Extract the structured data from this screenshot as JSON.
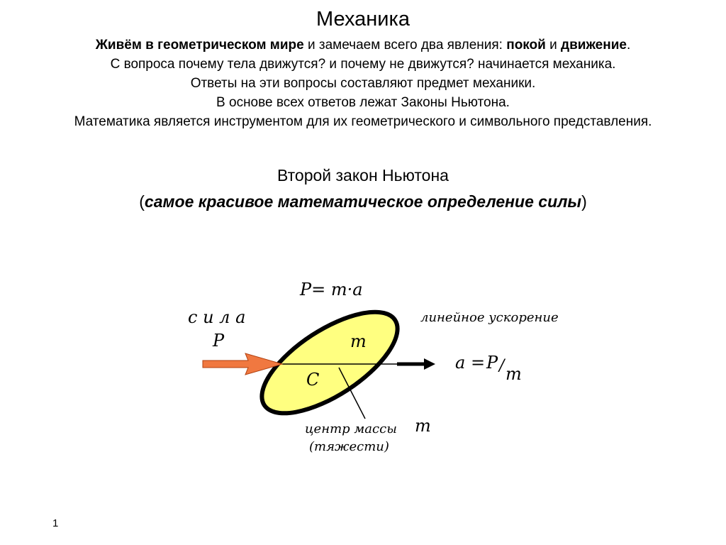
{
  "slide": {
    "title": "Механика",
    "intro": {
      "line1_bold": "Живём в геометрическом мире",
      "line1_mid": " и замечаем всего два явления: ",
      "line1_bold2": "покой",
      "line1_and": " и ",
      "line1_bold3": "движение",
      "line1_end": ".",
      "line2": "С вопроса почему тела движутся? и почему не движутся? начинается механика.",
      "line3": "Ответы на эти вопросы составляют предмет механики.",
      "line4": "В основе всех ответов лежат Законы Ньютона.",
      "line5": "Математика является инструментом для их геометрического и символьного представления."
    },
    "law": {
      "title": "Второй закон Ньютона",
      "paren_open": "(",
      "subtitle": "самое красивое математическое определение силы",
      "paren_close": ")"
    },
    "diagram": {
      "formula": "P= m·a",
      "force_word": "с и л а",
      "force_symbol": "P",
      "acceleration_label": "линейное ускорение",
      "mass_label": "m",
      "center_label": "C",
      "acc_a": "a =",
      "acc_P": "P",
      "acc_slash": "/",
      "acc_m": "m",
      "center_of_mass_label": "центр массы",
      "center_of_mass_m": "m",
      "gravity_label": "(тяжести)",
      "colors": {
        "body_fill": "#ffff80",
        "force_arrow": "#f07840",
        "outline": "#000000"
      }
    },
    "page_number": "1"
  }
}
